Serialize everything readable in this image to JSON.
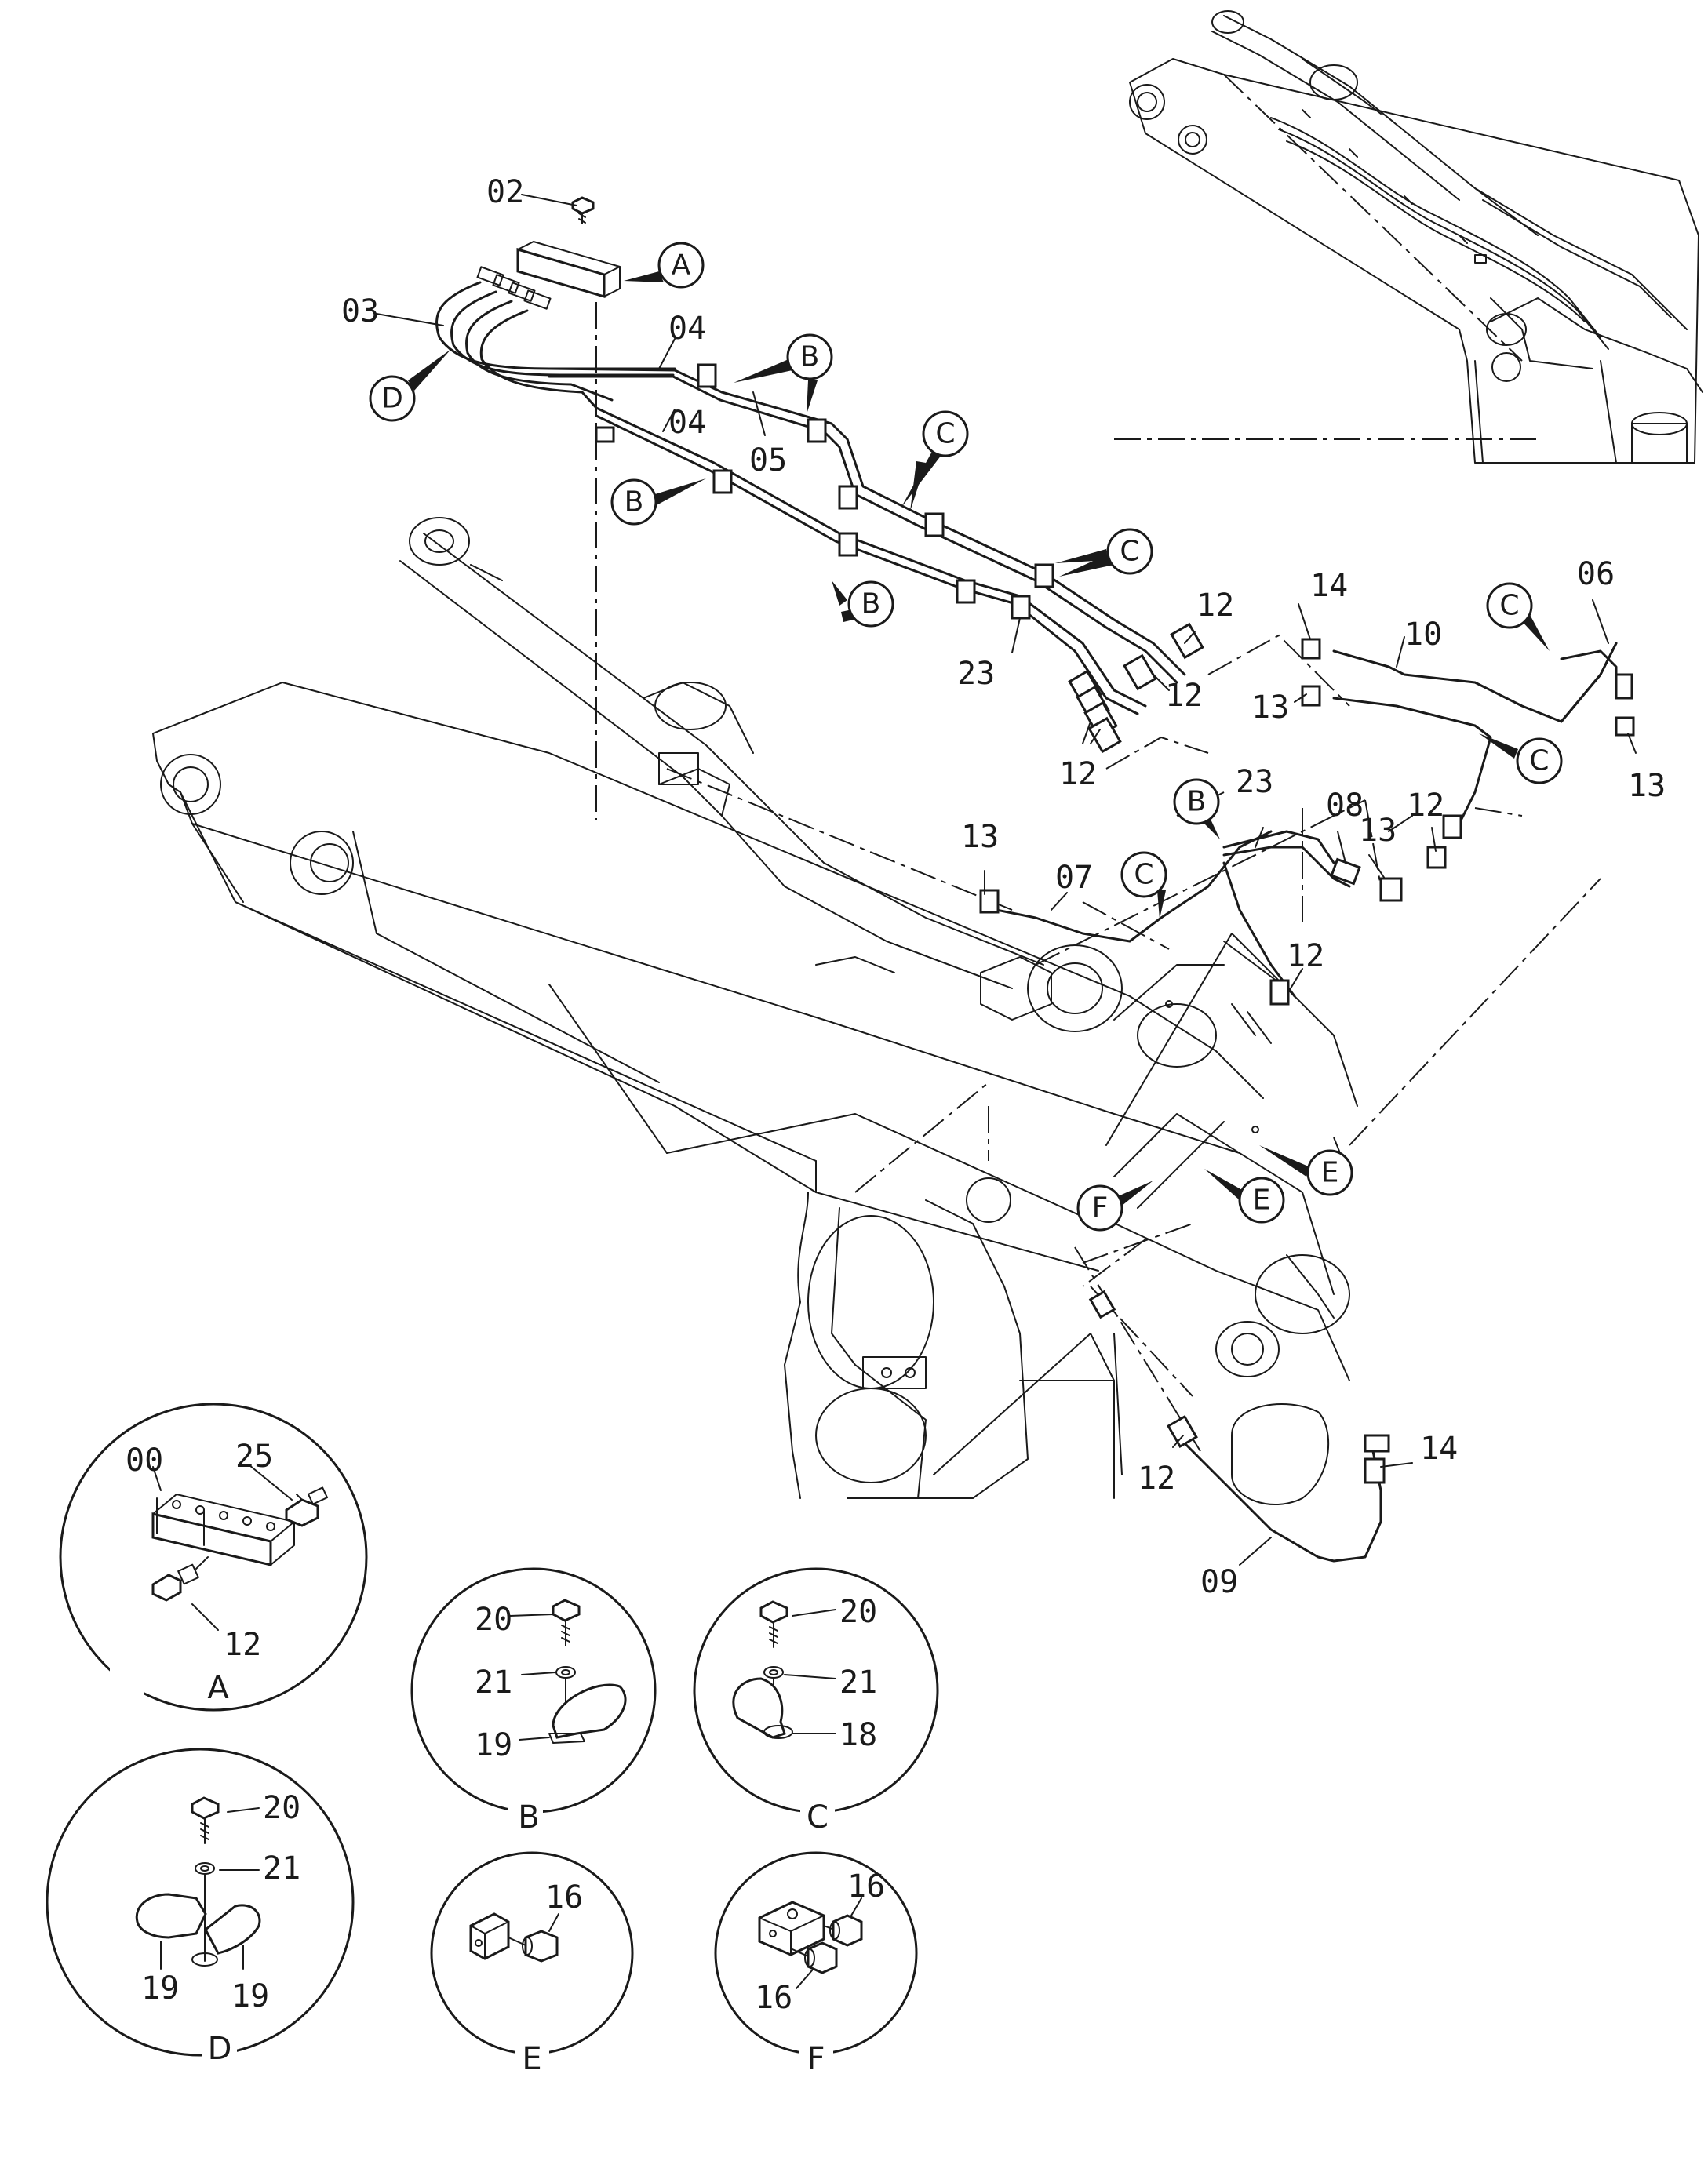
{
  "part_numbers": {
    "p00": "00",
    "p02": "02",
    "p03": "03",
    "p04a": "04",
    "p04b": "04",
    "p05": "05",
    "p06": "06",
    "p07": "07",
    "p08": "08",
    "p09": "09",
    "p10": "10",
    "p12a": "12",
    "p12b": "12",
    "p12c": "12",
    "p12d": "12",
    "p12e": "12",
    "p12f": "12",
    "p12g": "12",
    "p13a": "13",
    "p13b": "13",
    "p13c": "13",
    "p13d": "13",
    "p14a": "14",
    "p14b": "14",
    "p23a": "23",
    "p23b": "23"
  },
  "callouts": {
    "A": "A",
    "B1": "B",
    "B2": "B",
    "B3": "B",
    "B4": "B",
    "C1": "C",
    "C2": "C",
    "C3": "C",
    "C4": "C",
    "C5": "C",
    "D": "D",
    "E1": "E",
    "E2": "E",
    "F": "F"
  },
  "details": {
    "A": {
      "label": "A",
      "parts": [
        "00",
        "25",
        "12"
      ]
    },
    "B": {
      "label": "B",
      "parts": [
        "20",
        "21",
        "19"
      ]
    },
    "C": {
      "label": "C",
      "parts": [
        "20",
        "21",
        "18"
      ]
    },
    "D": {
      "label": "D",
      "parts": [
        "20",
        "21",
        "19",
        "19"
      ]
    },
    "E": {
      "label": "E",
      "parts": [
        "16"
      ]
    },
    "F": {
      "label": "F",
      "parts": [
        "16",
        "16"
      ]
    }
  }
}
